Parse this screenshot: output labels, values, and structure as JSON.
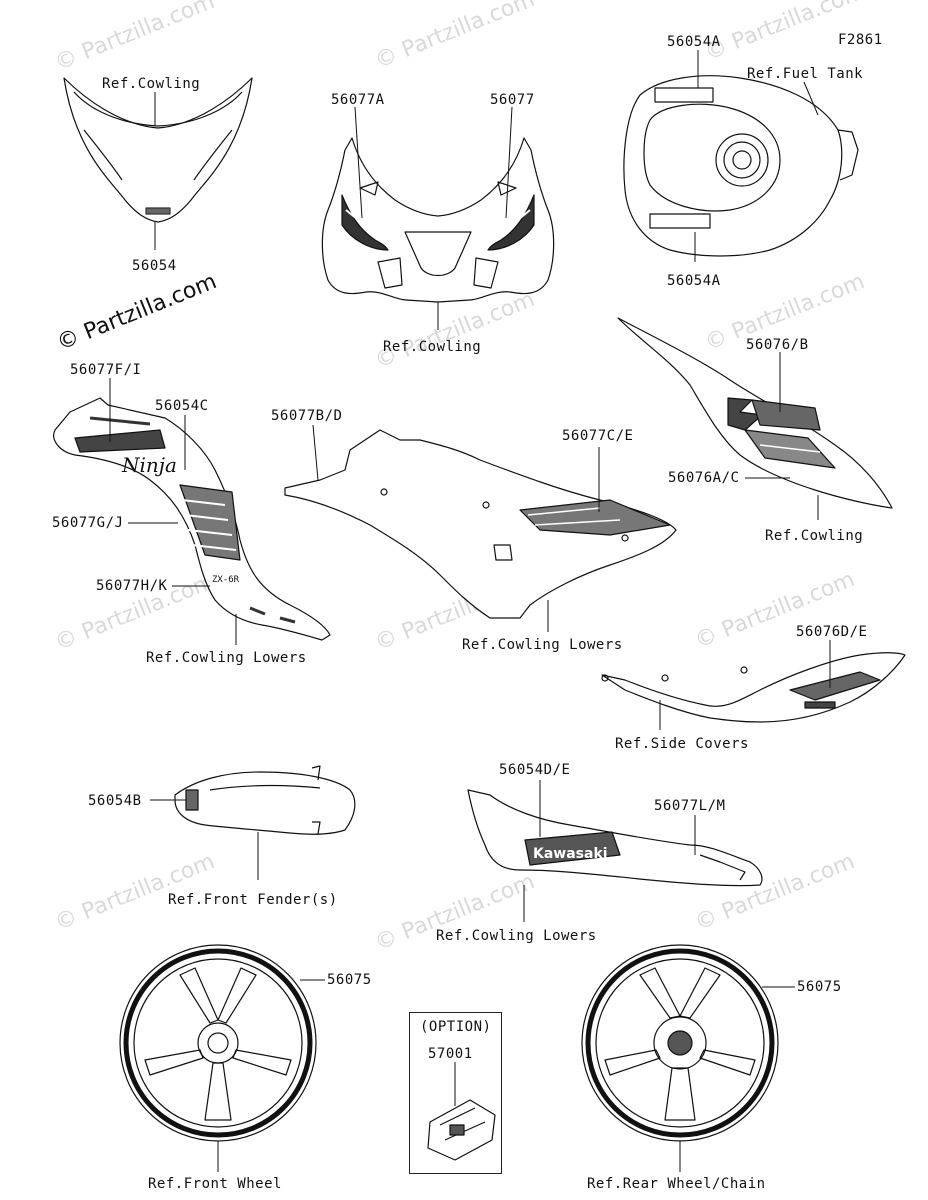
{
  "figure_code": "F2861",
  "watermarks": {
    "light": "© Partzilla.com",
    "main": "© Partzilla.com"
  },
  "callouts": {
    "p56054A_top": "56054A",
    "ref_fuel_tank": "Ref.Fuel Tank",
    "p56054A_bottom": "56054A",
    "ref_cowling_1": "Ref.Cowling",
    "p56054": "56054",
    "p56077A": "56077A",
    "p56077": "56077",
    "ref_cowling_2": "Ref.Cowling",
    "p56076B": "56076/B",
    "p56076AC": "56076A/C",
    "ref_cowling_3": "Ref.Cowling",
    "p56077FI": "56077F/I",
    "p56054C": "56054C",
    "p56077GJ": "56077G/J",
    "p56077HK": "56077H/K",
    "ref_cowling_lowers_1": "Ref.Cowling Lowers",
    "p56077BD": "56077B/D",
    "p56077CE": "56077C/E",
    "ref_cowling_lowers_2": "Ref.Cowling Lowers",
    "p56076DE": "56076D/E",
    "ref_side_covers": "Ref.Side Covers",
    "p56054B": "56054B",
    "ref_front_fender": "Ref.Front Fender(s)",
    "p56054DE": "56054D/E",
    "p56077LM": "56077L/M",
    "ref_cowling_lowers_3": "Ref.Cowling Lowers",
    "p56075_left": "56075",
    "p56075_right": "56075",
    "option": "(OPTION)",
    "p57001": "57001",
    "ref_front_wheel": "Ref.Front Wheel",
    "ref_rear_wheel": "Ref.Rear Wheel/Chain"
  },
  "decal_text": {
    "kawasaki": "Kawasaki",
    "ninja": "Ninja",
    "zx": "ZX-6R"
  }
}
